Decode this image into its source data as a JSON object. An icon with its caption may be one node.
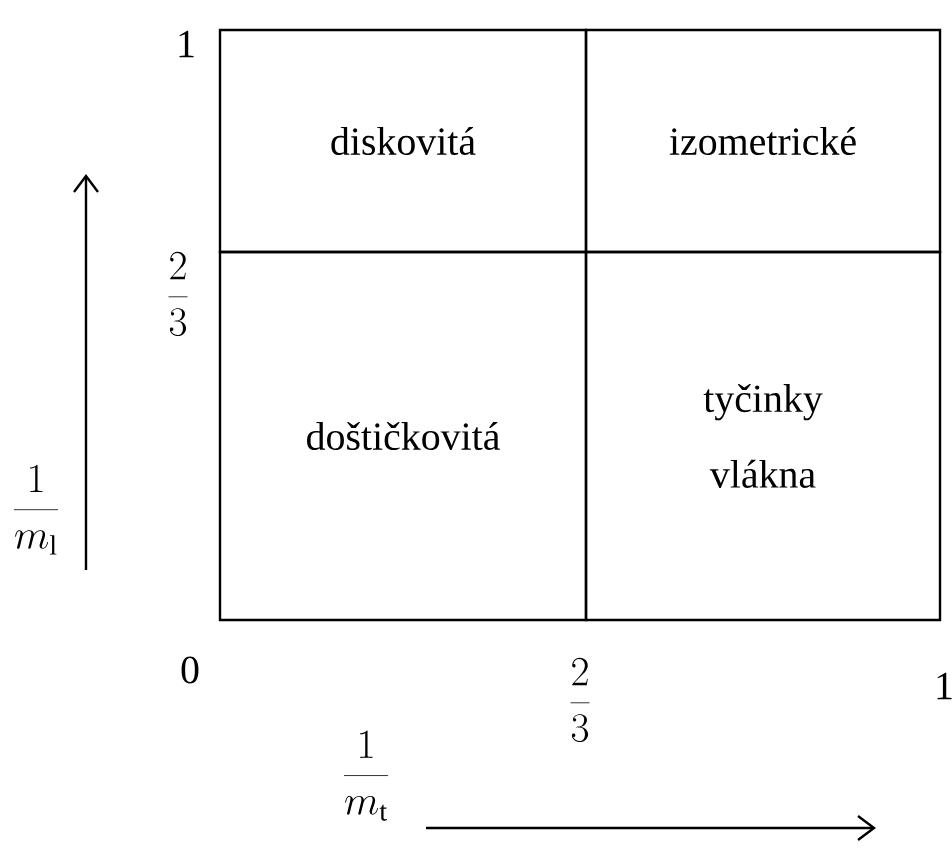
{
  "diagram": {
    "nodes": [
      {
        "text": [
          "diskovitá"
        ]
      },
      {
        "text": [
          "izometrické"
        ]
      },
      {
        "text": [
          "doštičkovitá"
        ]
      },
      {
        "text": [
          "tyčinky",
          "vlákna"
        ]
      }
    ],
    "labels": [
      "1",
      "\\frac{2}{3}",
      "0",
      "\\frac{2}{3}",
      "1",
      "\\frac{1}{m_\\mathrm{l}}",
      "\\frac{1}{m_\\mathrm{t}}"
    ]
  }
}
